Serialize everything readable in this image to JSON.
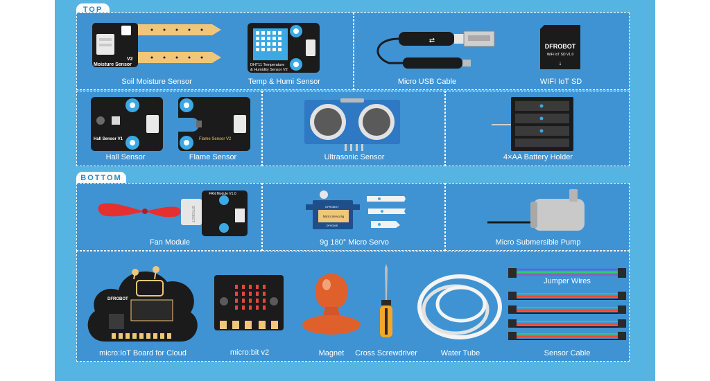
{
  "sections": {
    "top": "TOP",
    "bottom": "BOTTOM"
  },
  "items": {
    "soil_moisture_sensor": "Soil Moisture Sensor",
    "temp_humi_sensor": "Temp & Humi Sensor",
    "micro_usb_cable": "Micro USB Cable",
    "wifi_iot_sd": "WIFI IoT SD",
    "hall_sensor": "Hall Sensor",
    "flame_sensor": "Flame Sensor",
    "ultrasonic_sensor": "Ultrasonic Sensor",
    "battery_holder": "4×AA Battery Holder",
    "fan_module": "Fan Module",
    "micro_servo": "9g 180° Micro Servo",
    "submersible_pump": "Micro Submersible Pump",
    "microiot_board": "micro:IoT Board for Cloud",
    "microbit": "micro:bit v2",
    "magnet": "Magnet",
    "cross_screwdriver": "Cross Screwdriver",
    "water_tube": "Water Tube",
    "jumper_wires": "Jumper Wires",
    "sensor_cable": "Sensor Cable"
  },
  "board_text": {
    "soil_v2": "V2",
    "soil_name": "Moisture Sensor",
    "dht_line1": "DHT11 Temperature",
    "dht_line2": "& Humidity Sensor V2",
    "sd_brand": "DFROBOT",
    "sd_model": "WiFi IoT SD V1.0",
    "hall_name": "Hall Sensor V1",
    "flame_name": "Flame Sensor V2",
    "fan_name": "FAN Module V1.0",
    "fan_brand": "DFROBOT",
    "servo_brand": "DFROBOT",
    "servo_name": "Micro Servo 9g",
    "servo_model": "DF9GMS",
    "iot_brand": "DFROBOT"
  },
  "colors": {
    "panel": "#56b4e3",
    "box_fill": "#3f93d3",
    "box_border": "#ffffff",
    "pcb": "#1b1b1b",
    "gold": "#f0c67a",
    "accent_blue": "#2f86c6"
  }
}
